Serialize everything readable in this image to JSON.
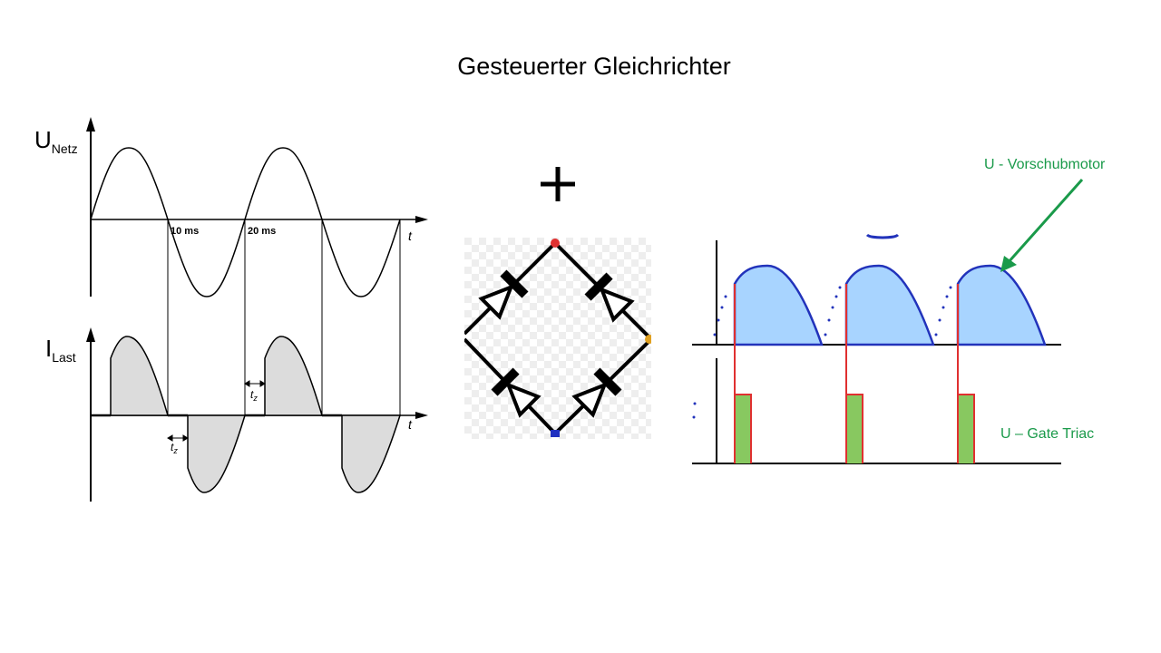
{
  "slide": {
    "title": "Gesteuerter Gleichrichter"
  },
  "left_diagram": {
    "u_axis_main": "U",
    "u_axis_sub": "Netz",
    "i_axis_main": "I",
    "i_axis_sub": "Last",
    "t_label": "t",
    "mark_10": "10 ms",
    "mark_20": "20 ms",
    "tz_label": "t",
    "tz_sub": "z"
  },
  "right_diagram": {
    "label_motor": "U - Vorschubmotor",
    "label_gate": "U – Gate  Triac",
    "colors": {
      "fill": "#a8d4ff",
      "curve": "#2233bb",
      "gate_fill": "#88c860",
      "gate_edge": "#e03030",
      "annotation": "#1a9a4a"
    }
  },
  "bridge": {
    "plus_symbol": "+",
    "node_colors": {
      "top": "#e03030",
      "right": "#e0a020",
      "bottom": "#2030c0"
    }
  }
}
